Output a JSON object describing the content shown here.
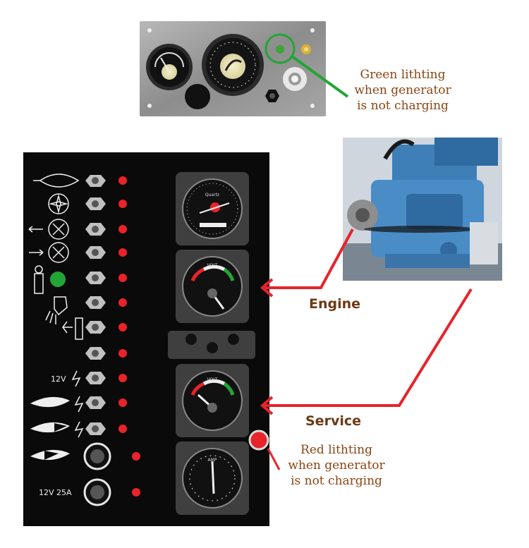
{
  "top_panel": {
    "caption_lines": [
      "Green lithting",
      "when generator",
      "is not charging"
    ],
    "indicator_color": "#3fa535"
  },
  "main_panel": {
    "switch_labels": {
      "twelve_v": "12V",
      "twelve_v_25a": "12V 25A"
    },
    "engine_label": "Engine",
    "service_label": "Service",
    "caption_lines": [
      "Red lithting",
      "when generator",
      "is not charging"
    ],
    "indicator_color": "#e8232a",
    "gauges": {
      "tacho_brand": "Quartz",
      "volt_label": "VOLT",
      "amp_label": "AMP"
    }
  },
  "colors": {
    "arrow_red": "#e8232a",
    "highlight_green": "#22a535",
    "caption_brown": "#8b4513",
    "panel_black": "#0a0a0a",
    "engine_blue": "#3f7fb8"
  }
}
